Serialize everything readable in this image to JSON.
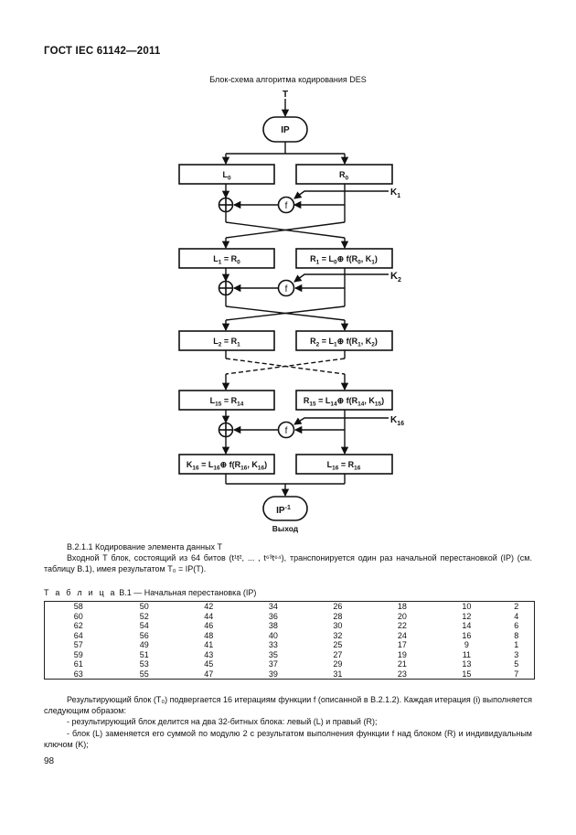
{
  "header": {
    "standard": "ГОСТ IEC 61142—2011"
  },
  "figure": {
    "title": "Блок-схема алгоритма кодирования DES",
    "input": "T",
    "ip": "IP",
    "ip_inv": "IP",
    "ip_inv_sup": "-1",
    "output": "Выход",
    "f": "f",
    "keys": {
      "k1": {
        "base": "K",
        "sub": "1"
      },
      "k2": {
        "base": "K",
        "sub": "2"
      },
      "k16": {
        "base": "K",
        "sub": "16"
      }
    },
    "rows": {
      "row1": {
        "left": [
          "L",
          "0",
          ""
        ],
        "right": [
          "R",
          "0",
          ""
        ]
      },
      "row2": {
        "left": [
          "L",
          "1",
          " = R",
          "0",
          ""
        ],
        "right": [
          "R",
          "1",
          " = L",
          "0",
          "⊕ f(R",
          "0",
          ", K",
          "1",
          ")"
        ]
      },
      "row3": {
        "left": [
          "L",
          "2",
          " = R",
          "1",
          ""
        ],
        "right": [
          "R",
          "2",
          " = L",
          "1",
          "⊕ f(R",
          "1",
          ", K",
          "2",
          ")"
        ]
      },
      "row4": {
        "left": [
          "L",
          "15",
          " = R",
          "14",
          ""
        ],
        "right": [
          "R",
          "15",
          " = L",
          "14",
          "⊕ f(R",
          "14",
          ", K",
          "15",
          ")"
        ]
      },
      "row5": {
        "left": [
          "K",
          "16",
          " = L",
          "16",
          "⊕ f(R",
          "16",
          ", K",
          "16",
          ")"
        ],
        "right": [
          "L",
          "16",
          " = R",
          "16",
          ""
        ]
      }
    }
  },
  "text": {
    "s1_title": "В.2.1.1 Кодирование элемента данных Т",
    "s1_body": "Входной Т блок, состоящий из 64 битов (t¹t², ... , t⁶³t⁶⁴), транспонируется один раз начальной перестановкой (IP) (см. таблицу В.1), имея результатом T₀ = IP(T).",
    "table_caption_lead": "Т а б л и ц а",
    "table_caption_rest": " В.1 — Начальная перестановка (IP)",
    "after_1": "Результирующий блок (T₀) подвергается 16 итерациям функции f (описанной в В.2.1.2). Каждая итерация (i) выполняется следующим образом:",
    "after_2": "- результирующий блок делится на два 32-битных блока: левый (L) и правый (R);",
    "after_3": "- блок (L) заменяется его суммой по модулю 2 с результатом выполнения функции f над блоком (R) и индивидуальным ключом (K);"
  },
  "ip_table": [
    [
      "58",
      "50",
      "42",
      "34",
      "26",
      "18",
      "10",
      "2"
    ],
    [
      "60",
      "52",
      "44",
      "36",
      "28",
      "20",
      "12",
      "4"
    ],
    [
      "62",
      "54",
      "46",
      "38",
      "30",
      "22",
      "14",
      "6"
    ],
    [
      "64",
      "56",
      "48",
      "40",
      "32",
      "24",
      "16",
      "8"
    ],
    [
      "57",
      "49",
      "41",
      "33",
      "25",
      "17",
      "9",
      "1"
    ],
    [
      "59",
      "51",
      "43",
      "35",
      "27",
      "19",
      "11",
      "3"
    ],
    [
      "61",
      "53",
      "45",
      "37",
      "29",
      "21",
      "13",
      "5"
    ],
    [
      "63",
      "55",
      "47",
      "39",
      "31",
      "23",
      "15",
      "7"
    ]
  ],
  "page_number": "98"
}
